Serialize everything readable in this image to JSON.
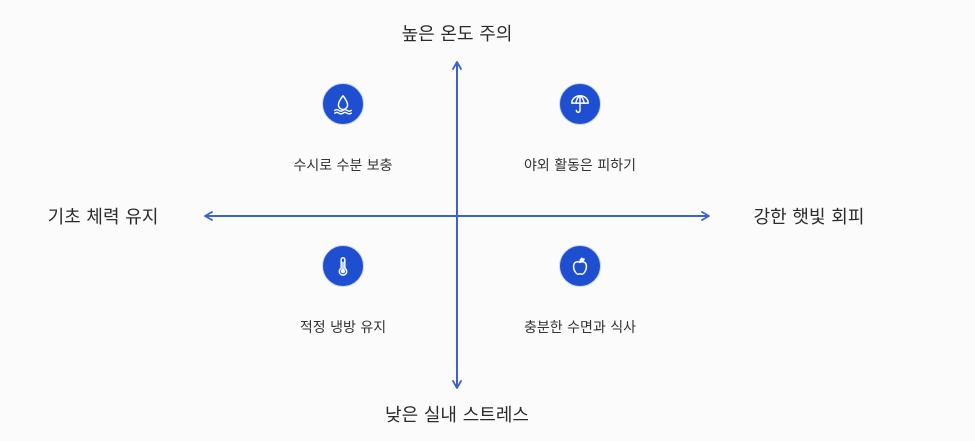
{
  "axes": {
    "top": "높은 온도 주의",
    "bottom": "낮은 실내 스트레스",
    "left": "기초 체력 유지",
    "right": "강한 햇빛 회피"
  },
  "quadrants": {
    "top_left": {
      "label": "수시로 수분 보충",
      "icon": "water-drop-icon"
    },
    "top_right": {
      "label": "야외 활동은 피하기",
      "icon": "umbrella-icon"
    },
    "bottom_left": {
      "label": "적정 냉방 유지",
      "icon": "thermometer-icon"
    },
    "bottom_right": {
      "label": "충분한 수면과 식사",
      "icon": "apple-icon"
    }
  },
  "colors": {
    "axis": "#3b63c9",
    "badge": "#1f4fd1",
    "text": "#333333"
  }
}
